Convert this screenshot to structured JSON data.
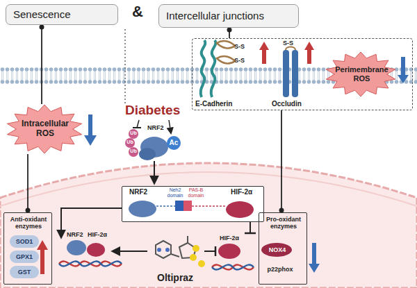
{
  "diagram": {
    "nodes": [
      {
        "text": [
          "Senescence"
        ]
      },
      {
        "text": [
          "Intercellular junctions"
        ]
      },
      {
        "text": [
          "S-S",
          "S-S",
          "S-S",
          "E-Cadherin",
          "Occludin"
        ]
      },
      {
        "text": [
          "Perimembrane ROS"
        ],
        "in": 2
      },
      {
        "text": [
          "Intracellular ROS"
        ]
      },
      {
        "text": [
          "NRF2",
          "Neh2 domain",
          "PAS-B domain",
          "HIF-2α"
        ]
      },
      {
        "text": [
          "Anti-oxidant enzymes"
        ]
      },
      {
        "text": [
          "SOD1"
        ],
        "in": 6
      },
      {
        "text": [
          "GPX1"
        ],
        "in": 6
      },
      {
        "text": [
          "GST"
        ],
        "in": 6
      },
      {
        "text": [
          "Pro-oxidant enzymes",
          "NOX4",
          "p22phox"
        ]
      }
    ],
    "edges": [
      {
        "from": 0,
        "to": 4,
        "arrow": "none"
      },
      {
        "from": 1,
        "to": 2,
        "arrow": "none"
      },
      {
        "from": 4,
        "to": 6,
        "arrow": "none"
      },
      {
        "from": 2,
        "to": 10,
        "arrow": "none"
      }
    ],
    "labels": [
      "&",
      "Diabetes",
      "NRF2",
      "Ub",
      "Ub",
      "Ub",
      "Ac",
      "NRF2",
      "HIF-2α",
      "HIF-2α",
      "Oltipraz"
    ]
  }
}
